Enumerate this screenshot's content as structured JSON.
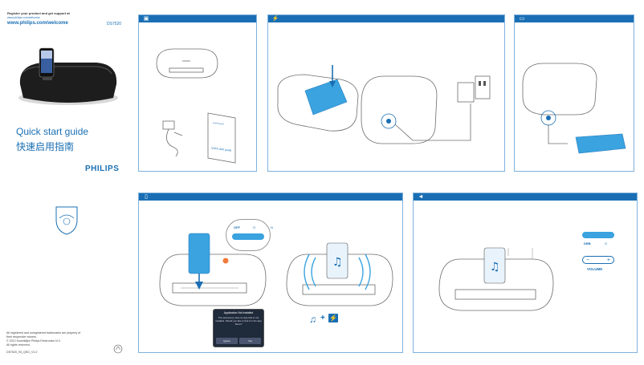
{
  "cover": {
    "top_line1": "Register your product and get support at",
    "top_line2": "www.philips.com/welcome",
    "website": "www.philips.com/welcome",
    "model": "DS7520",
    "title_en": "Quick start guide",
    "title_zh": "快速启用指南",
    "brand": "PHILIPS"
  },
  "step1": {
    "icon": "box-icon",
    "booklet_title": "Quick start guide"
  },
  "step2": {
    "icon": "plug-icon"
  },
  "step3": {
    "icon": "battery-icon"
  },
  "step4": {
    "icon": "phone-icon",
    "switch_off": "OFF",
    "switch_o": "O",
    "switch_n": "N",
    "popup_title": "Application Not Installed",
    "popup_body": "The accessory uses an app that is not installed. Would you like to find it in the App Store?",
    "popup_btn_ignore": "Ignore",
    "popup_btn_yes": "Yes"
  },
  "step5": {
    "icon": "speaker-icon",
    "dbb_off": "DBB",
    "dbb_on": "O",
    "volume_label": "VOLUME",
    "vol_minus": "−",
    "vol_plus": "+"
  },
  "legal": {
    "line1": "All registered and unregistered trademarks are property of",
    "line2": "their respective owners.",
    "line3": "© 2012 Koninklijke Philips Electronics N.V.",
    "line4": "All rights reserved.",
    "code": "DS7520_93_QSG_V1.0"
  },
  "colors": {
    "accent": "#1a6fb4",
    "light": "#3aa3e0",
    "highlight": "#f07a3a"
  }
}
